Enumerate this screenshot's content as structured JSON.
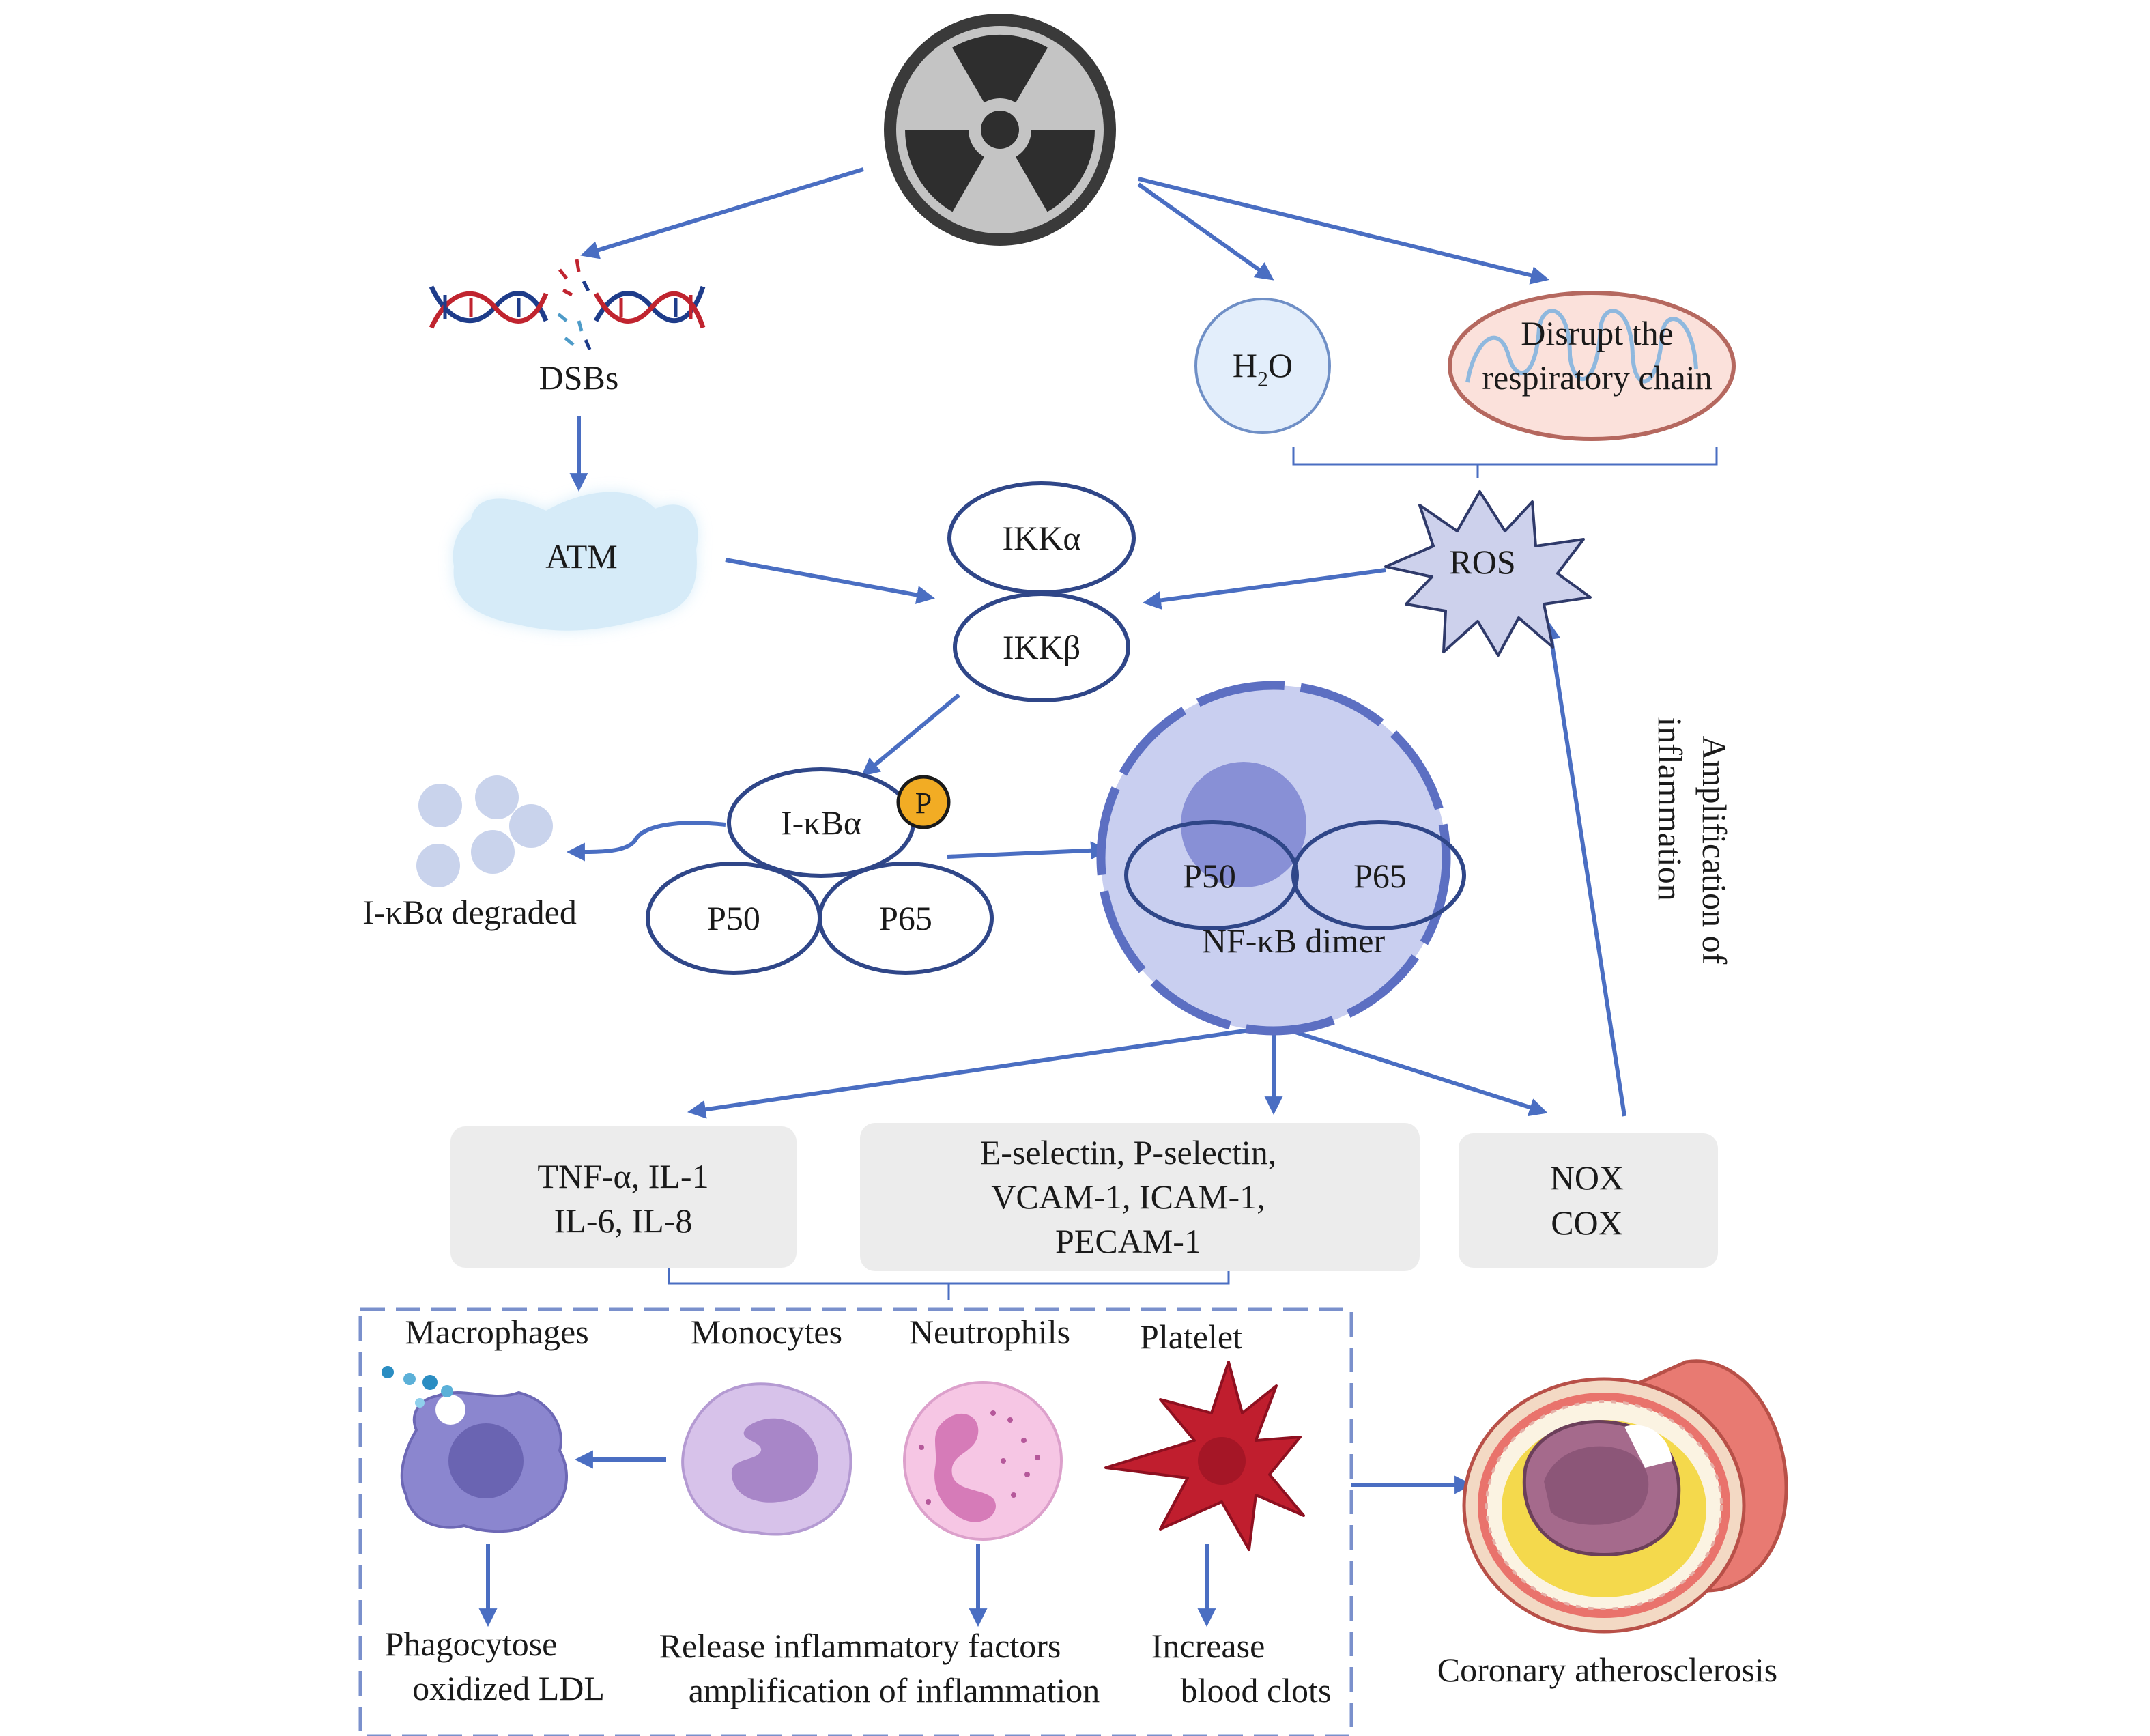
{
  "colors": {
    "arrow": "#4a6ec2",
    "node_outline": "#2f4688",
    "nucleus_fill": "#c9cff0",
    "nucleus_dash": "#5c6fc2",
    "box_fill": "#ececec",
    "phospho": "#f2ac24",
    "atm_fill": "#d6ebf8",
    "h2o_fill": "#e3eefb",
    "ros_fill": "#cdd1ec",
    "platelet": "#c01e2e",
    "macrophage": "#8b86cf",
    "monocyte": "#c5a8dc",
    "neutrophil": "#f2b8de"
  },
  "icons": [
    "radiation-icon",
    "dna-break-icon",
    "mitochondrion-icon",
    "ros-star-icon",
    "macrophage-icon",
    "monocyte-icon",
    "neutrophil-icon",
    "platelet-icon",
    "artery-icon"
  ],
  "top": {
    "dsbs": "DSBs",
    "h2o_main": "H",
    "h2o_sub": "2",
    "h2o_tail": "O",
    "mito_line1": "Disrupt the",
    "mito_line2": "respiratory chain"
  },
  "middle": {
    "atm": "ATM",
    "ros": "ROS",
    "ikka": "IKKα",
    "ikkb": "IKKβ",
    "ikba": "I-κBα",
    "phospho": "P",
    "p50": "P50",
    "p65": "P65",
    "degraded": "I-κBα degraded",
    "nuc_p50": "P50",
    "nuc_p65": "P65",
    "dimer": "NF-κB dimer",
    "amp_line1": "Amplification of",
    "amp_line2": "inflammation"
  },
  "boxes": {
    "cytokines_line1": "TNF-α, IL-1",
    "cytokines_line2": "IL-6, IL-8",
    "adhesion_line1": "E-selectin, P-selectin,",
    "adhesion_line2": "VCAM-1, ICAM-1,",
    "adhesion_line3": "PECAM-1",
    "nox": "NOX",
    "cox": "COX"
  },
  "cells": {
    "macrophages": "Macrophages",
    "monocytes": "Monocytes",
    "neutrophils": "Neutrophils",
    "platelet": "Platelet",
    "phago_line1": "Phagocytose",
    "phago_line2": "oxidized LDL",
    "release_line1": "Release inflammatory factors",
    "release_line2": "amplification of inflammation",
    "clots_line1": "Increase",
    "clots_line2": "blood clots",
    "coronary": "Coronary atherosclerosis"
  }
}
